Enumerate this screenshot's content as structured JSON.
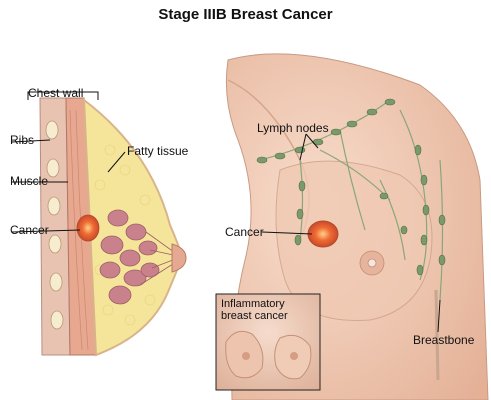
{
  "title": "Stage IIIB Breast Cancer",
  "labels": {
    "chest_wall": "Chest wall",
    "ribs": "Ribs",
    "muscle": "Muscle",
    "fatty_tissue": "Fatty tissue",
    "cancer_left": "Cancer",
    "lymph_nodes": "Lymph nodes",
    "cancer_right": "Cancer",
    "inflammatory": "Inflammatory breast cancer",
    "breastbone": "Breastbone"
  },
  "colors": {
    "skin": "#f3d2bf",
    "skin_dark": "#e6b59c",
    "fat": "#f5e59a",
    "muscle": "#e8a78f",
    "bone": "#f7ecd0",
    "lobule": "#c9828c",
    "tumor": "#e8622a",
    "lymph": "#7a9a6a"
  }
}
